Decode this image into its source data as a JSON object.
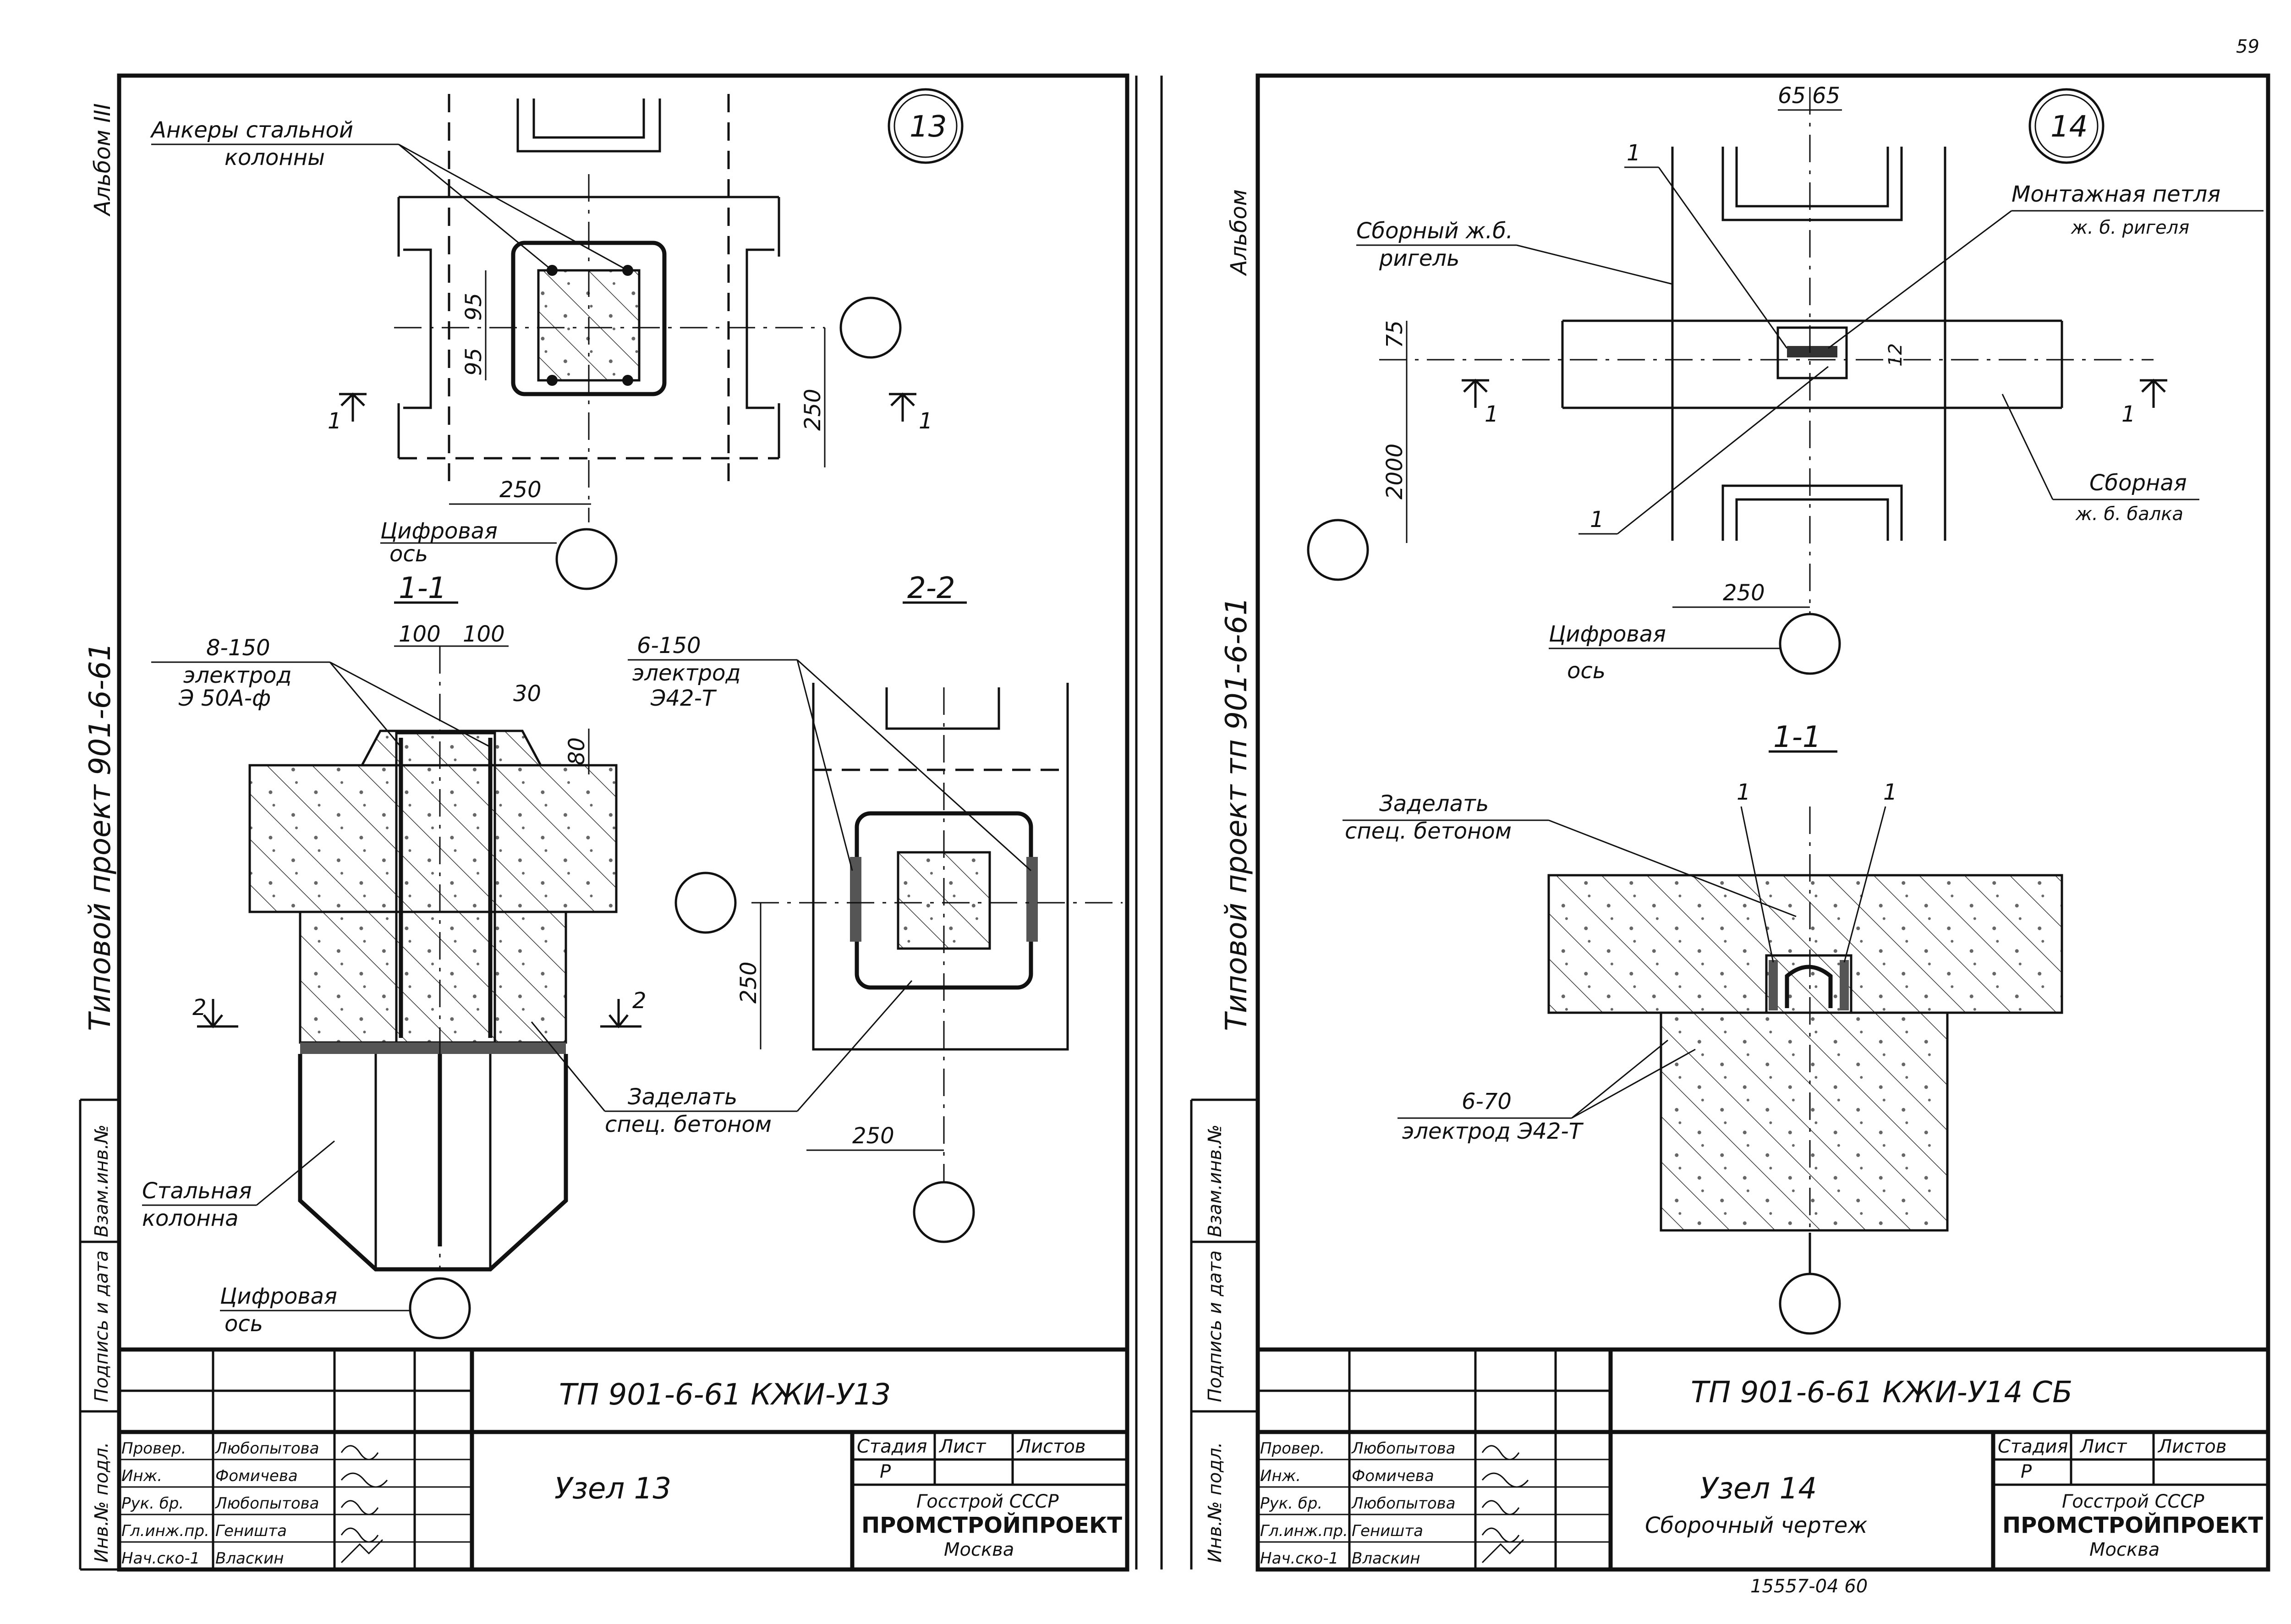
{
  "left_sheet": {
    "side_label": "Типовой  проект  901-6-61",
    "album_label": "Альбом III",
    "node_number": "13",
    "plan": {
      "anchors_label_1": "Анкеры стальной",
      "anchors_label_2": "колонны",
      "dim_95_a": "95",
      "dim_95_b": "95",
      "dim_250_h": "250",
      "dim_250_v": "250",
      "section_mark_left": "1",
      "section_mark_right": "1",
      "axis_label_1": "Цифровая",
      "axis_label_2": "ось"
    },
    "section_1_1": {
      "title": "1-1",
      "weld_label_1": "8-150",
      "weld_label_2": "электрод",
      "weld_label_3": "Э 50А-ф",
      "dim_100_a": "100",
      "dim_100_b": "100",
      "dim_30": "30",
      "dim_80": "80",
      "section_mark_left": "2",
      "section_mark_right": "2",
      "steel_column_1": "Стальная",
      "steel_column_2": "колонна",
      "axis_label_1": "Цифровая",
      "axis_label_2": "ось"
    },
    "section_2_2": {
      "title": "2-2",
      "weld_label_1": "6-150",
      "weld_label_2": "электрод",
      "weld_label_3": "Э42-Т",
      "dim_250_v": "250",
      "dim_250_h": "250",
      "fill_label_1": "Заделать",
      "fill_label_2": "спец. бетоном"
    },
    "stamp": {
      "code": "ТП 901-6-61     КЖИ-У13",
      "title": "Узел 13",
      "roles": [
        "Провер.",
        "Инж.",
        "Рук. бр.",
        "Гл.инж.пр.",
        "Нач.ско-1"
      ],
      "names": [
        "Любопытова",
        "Фомичева",
        "Любопытова",
        "Геништа",
        "Власкин"
      ],
      "stage_header": "Стадия",
      "sheet_header": "Лист",
      "sheets_header": "Листов",
      "stage_value": "Р",
      "org_1": "Госстрой СССР",
      "org_2": "ПРОМСТРОЙПРОЕКТ",
      "org_3": "Москва",
      "margin_1": "Инв.№ подл.",
      "margin_2": "Подпись и дата",
      "margin_3": "Взам.инв.№"
    }
  },
  "right_sheet": {
    "side_label": "Типовой  проект  тп 901-6-61",
    "album_label": "Альбом",
    "node_number": "14",
    "plan": {
      "dim_65_a": "65",
      "dim_65_b": "65",
      "callout_1_a": "1",
      "callout_1_b": "1",
      "girder_label_1": "Сборный ж.б.",
      "girder_label_2": "ригель",
      "loop_label_1": "Монтажная петля",
      "loop_label_2": "ж. б. ригеля",
      "beam_label_1": "Сборная",
      "beam_label_2": "ж. б. балка",
      "dim_75": "75",
      "dim_12": "12",
      "dim_2000": "2000",
      "dim_250": "250",
      "section_mark_left": "1",
      "section_mark_right": "1",
      "axis_label_1": "Цифровая",
      "axis_label_2": "ось"
    },
    "section_1_1": {
      "title": "1-1",
      "fill_label_1": "Заделать",
      "fill_label_2": "спец. бетоном",
      "callout_1_a": "1",
      "callout_1_b": "1",
      "weld_label_1": "6-70",
      "weld_label_2": "электрод Э42-Т"
    },
    "stamp": {
      "code": "ТП 901-6-61      КЖИ-У14   СБ",
      "title_1": "Узел 14",
      "title_2": "Сборочный чертеж",
      "roles": [
        "Провер.",
        "Инж.",
        "Рук. бр.",
        "Гл.инж.пр.",
        "Нач.ско-1"
      ],
      "names": [
        "Любопытова",
        "Фомичева",
        "Любопытова",
        "Геништа",
        "Власкин"
      ],
      "stage_header": "Стадия",
      "sheet_header": "Лист",
      "sheets_header": "Листов",
      "stage_value": "Р",
      "org_1": "Госстрой СССР",
      "org_2": "ПРОМСТРОЙПРОЕКТ",
      "org_3": "Москва",
      "margin_1": "Инв.№ подл.",
      "margin_2": "Подпись и дата",
      "margin_3": "Взам.инв.№",
      "bottom_number": "15557-04  60"
    }
  },
  "page_number": "59"
}
